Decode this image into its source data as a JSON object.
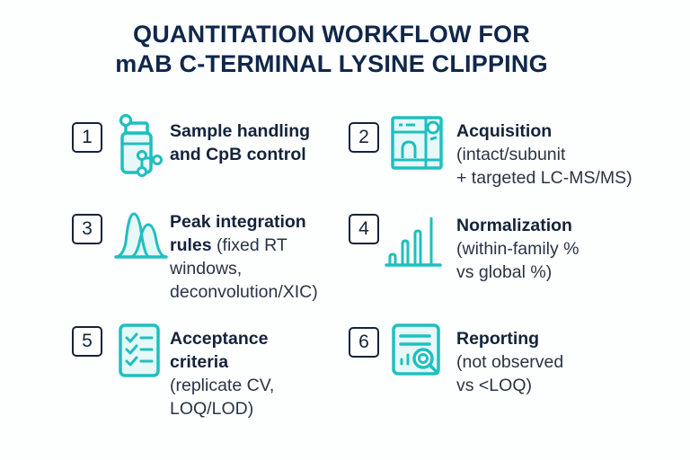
{
  "title": {
    "line1": "QUANTITATION WORKFLOW FOR",
    "line2": "mAB C-TERMINAL LYSINE CLIPPING"
  },
  "colors": {
    "title": "#10274a",
    "text": "#14233b",
    "accent_teal": "#1fbfbf",
    "icon_fill": "#e6f8f8",
    "box_border": "#15233a"
  },
  "steps": [
    {
      "number": "1",
      "icon": "vial-network-icon",
      "lines": [
        {
          "bold": "Sample handling",
          "regular": ""
        },
        {
          "bold": "and CpB control",
          "regular": ""
        }
      ]
    },
    {
      "number": "2",
      "icon": "instrument-window-icon",
      "lines": [
        {
          "bold": "Acquisition",
          "regular": ""
        },
        {
          "bold": "",
          "regular": "(intact/subunit"
        },
        {
          "bold": "",
          "regular": "+ targeted LC-MS/MS)"
        }
      ]
    },
    {
      "number": "3",
      "icon": "chromatogram-peaks-icon",
      "lines": [
        {
          "bold": "Peak integration",
          "regular": ""
        },
        {
          "bold": "rules",
          "regular": " (fixed RT"
        },
        {
          "bold": "",
          "regular": "windows,"
        },
        {
          "bold": "",
          "regular": "deconvolution/XIC)"
        }
      ]
    },
    {
      "number": "4",
      "icon": "bar-chart-icon",
      "lines": [
        {
          "bold": "Normalization",
          "regular": ""
        },
        {
          "bold": "",
          "regular": "(within-family %"
        },
        {
          "bold": "",
          "regular": "vs global %)"
        }
      ]
    },
    {
      "number": "5",
      "icon": "checklist-icon",
      "lines": [
        {
          "bold": "Acceptance",
          "regular": ""
        },
        {
          "bold": "criteria",
          "regular": ""
        },
        {
          "bold": "",
          "regular": "(replicate CV,"
        },
        {
          "bold": "",
          "regular": "LOQ/LOD)"
        }
      ]
    },
    {
      "number": "6",
      "icon": "report-magnifier-icon",
      "lines": [
        {
          "bold": "Reporting",
          "regular": ""
        },
        {
          "bold": "",
          "regular": "(not observed"
        },
        {
          "bold": "",
          "regular": "vs <LOQ)"
        }
      ]
    }
  ]
}
